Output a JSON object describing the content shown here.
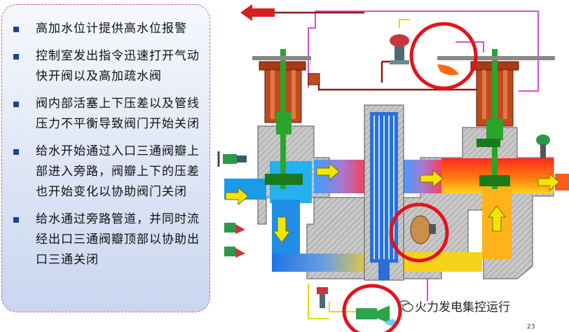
{
  "bullets": [
    "高加水位计提供高水位报警",
    "控制室发出指令迅速打开气动快开阀以及高加疏水阀",
    "阀内部活塞上下压差以及管线压力不平衡导致阀门开始关闭",
    "给水开始通过入口三通阀瓣上部进入旁路，阀瓣上下的压差也开始变化以协助阀门关闭",
    "给水通过旁路管道，并同时流经出口三通阀瓣顶部以协助出口三通关闭"
  ],
  "watermark": "火力发电集控运行",
  "page_number": "23",
  "colors": {
    "bullet_square": "#1f3f9a",
    "panel_border": "#e05a8a",
    "highlight_circle": "#e8101a",
    "flow_arrow": "#f2e600",
    "valve_body": "#c04a20",
    "stem": "#2aa52a"
  },
  "icons": [
    "wechat-icon",
    "flow-arrow-icon"
  ]
}
